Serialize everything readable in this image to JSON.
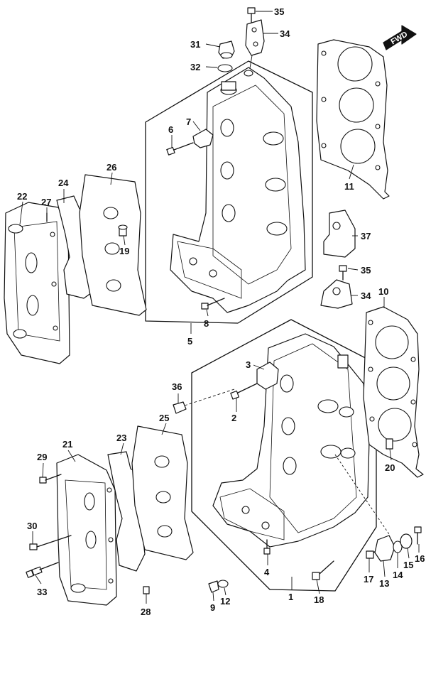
{
  "fwd_label": "FWD",
  "labels": {
    "l1": "1",
    "l2": "2",
    "l3": "3",
    "l4": "4",
    "l5": "5",
    "l6": "6",
    "l7": "7",
    "l8": "8",
    "l9": "9",
    "l10": "10",
    "l11": "11",
    "l12": "12",
    "l13": "13",
    "l14": "14",
    "l15": "15",
    "l16": "16",
    "l17": "17",
    "l18": "18",
    "l19": "19",
    "l20": "20",
    "l21": "21",
    "l22": "22",
    "l23": "23",
    "l24": "24",
    "l25": "25",
    "l26": "26",
    "l27": "27",
    "l28": "28",
    "l29": "29",
    "l30": "30",
    "l31": "31",
    "l32": "32",
    "l33": "33",
    "l34a": "34",
    "l34b": "34",
    "l35a": "35",
    "l35b": "35",
    "l36": "36",
    "l37": "37"
  }
}
